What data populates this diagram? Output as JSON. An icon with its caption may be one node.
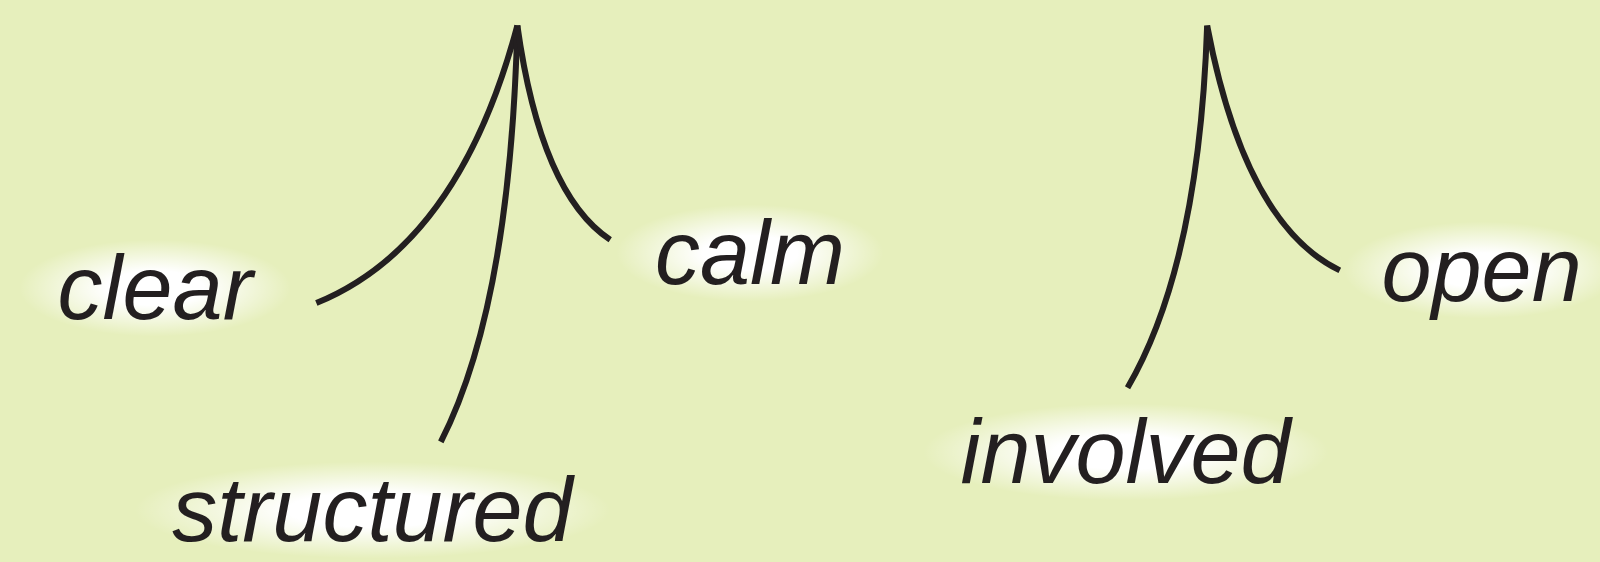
{
  "diagram": {
    "nodes": [
      {
        "text": [
          "clear"
        ]
      },
      {
        "text": [
          "calm"
        ]
      },
      {
        "text": [
          "structured"
        ]
      },
      {
        "text": [
          "involved"
        ]
      },
      {
        "text": [
          "open"
        ]
      }
    ],
    "edges": [
      {
        "from": 0,
        "to": null,
        "arrow": "none"
      },
      {
        "from": 2,
        "to": null,
        "arrow": "none"
      },
      {
        "from": 1,
        "to": null,
        "arrow": "none"
      },
      {
        "from": 3,
        "to": null,
        "arrow": "none"
      },
      {
        "from": 4,
        "to": null,
        "arrow": "none"
      }
    ]
  }
}
